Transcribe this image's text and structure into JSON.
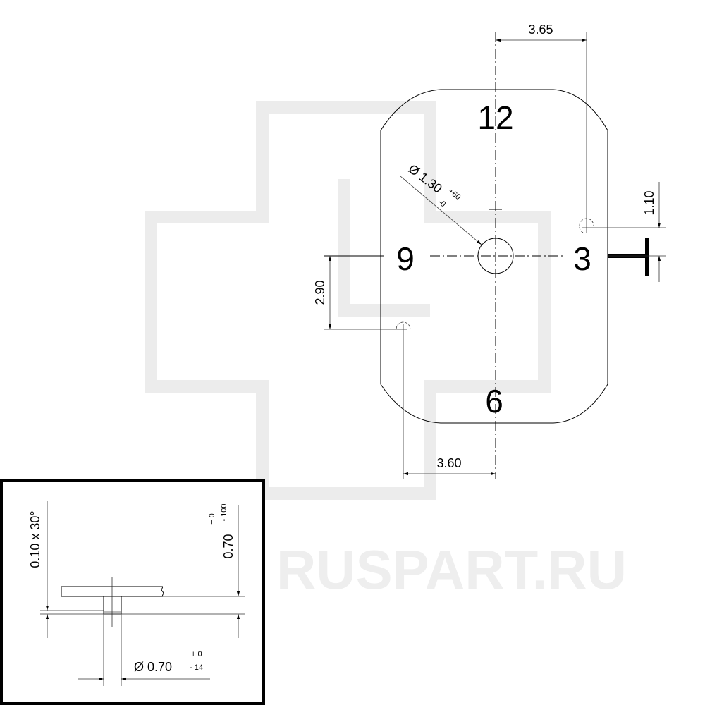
{
  "watermark": {
    "text": "RUSPART.RU"
  },
  "clock_marks": {
    "twelve": "12",
    "three": "3",
    "six": "6",
    "nine": "9"
  },
  "dimensions": {
    "top_width": "3.65",
    "bottom_width": "3.60",
    "left_height": "2.90",
    "right_height": "1.10",
    "hole_diameter": "Ø 1.30",
    "hole_tol_upper": "+60",
    "hole_tol_lower": "-0"
  },
  "section_view": {
    "chamfer": "0.10 x 30°",
    "thickness": "0.70",
    "thickness_tol_upper": "+ 0",
    "thickness_tol_lower": "- 100",
    "pin_diameter": "Ø 0.70",
    "pin_tol_upper": "+ 0",
    "pin_tol_lower": "- 14"
  }
}
